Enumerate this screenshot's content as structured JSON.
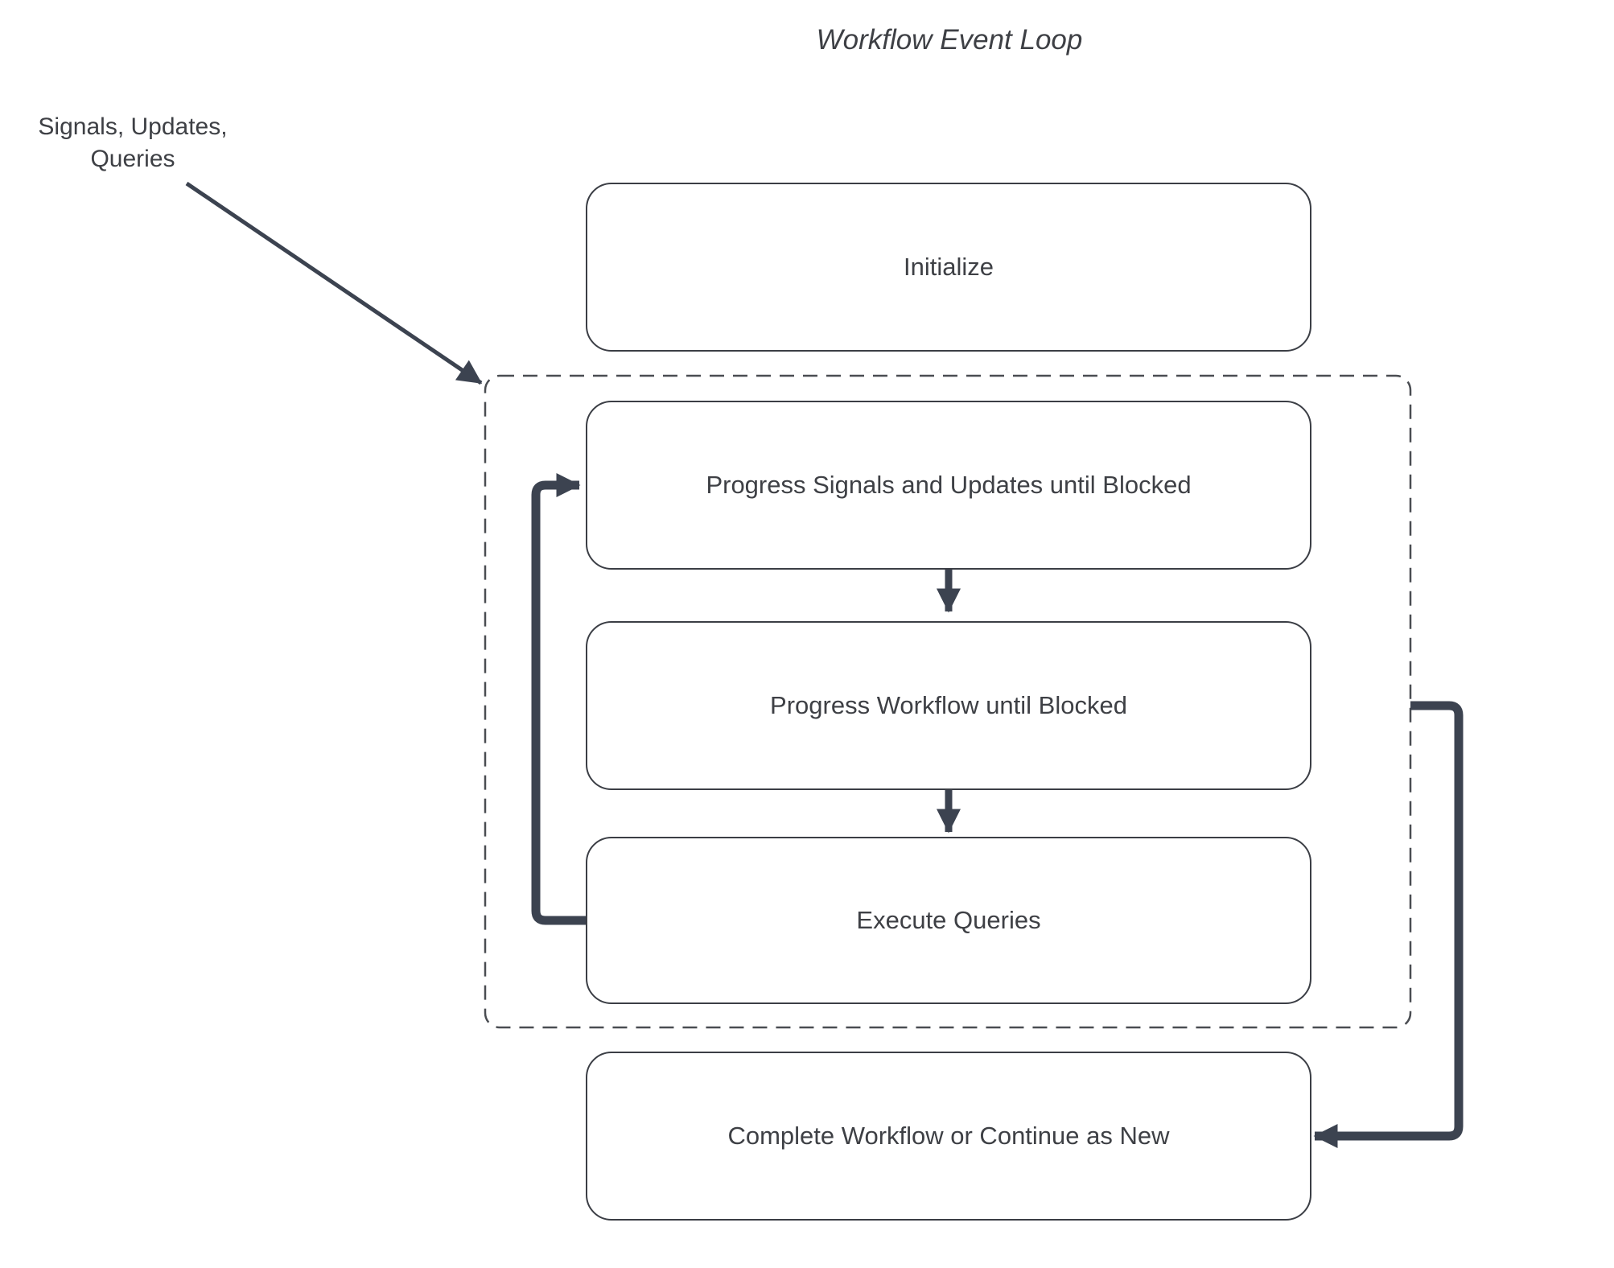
{
  "diagram": {
    "title": "Workflow Event Loop",
    "external_label": "Signals, Updates,\nQueries",
    "nodes": {
      "initialize": "Initialize",
      "progress_signals": "Progress Signals and Updates until Blocked",
      "progress_workflow": "Progress Workflow until Blocked",
      "execute_queries": "Execute Queries",
      "complete": "Complete Workflow or Continue as New"
    },
    "colors": {
      "arrow": "#3c4350",
      "box_border": "#3b3e45",
      "dashed_border": "#4a4d52",
      "text": "#3e4045",
      "background": "#ffffff"
    }
  }
}
